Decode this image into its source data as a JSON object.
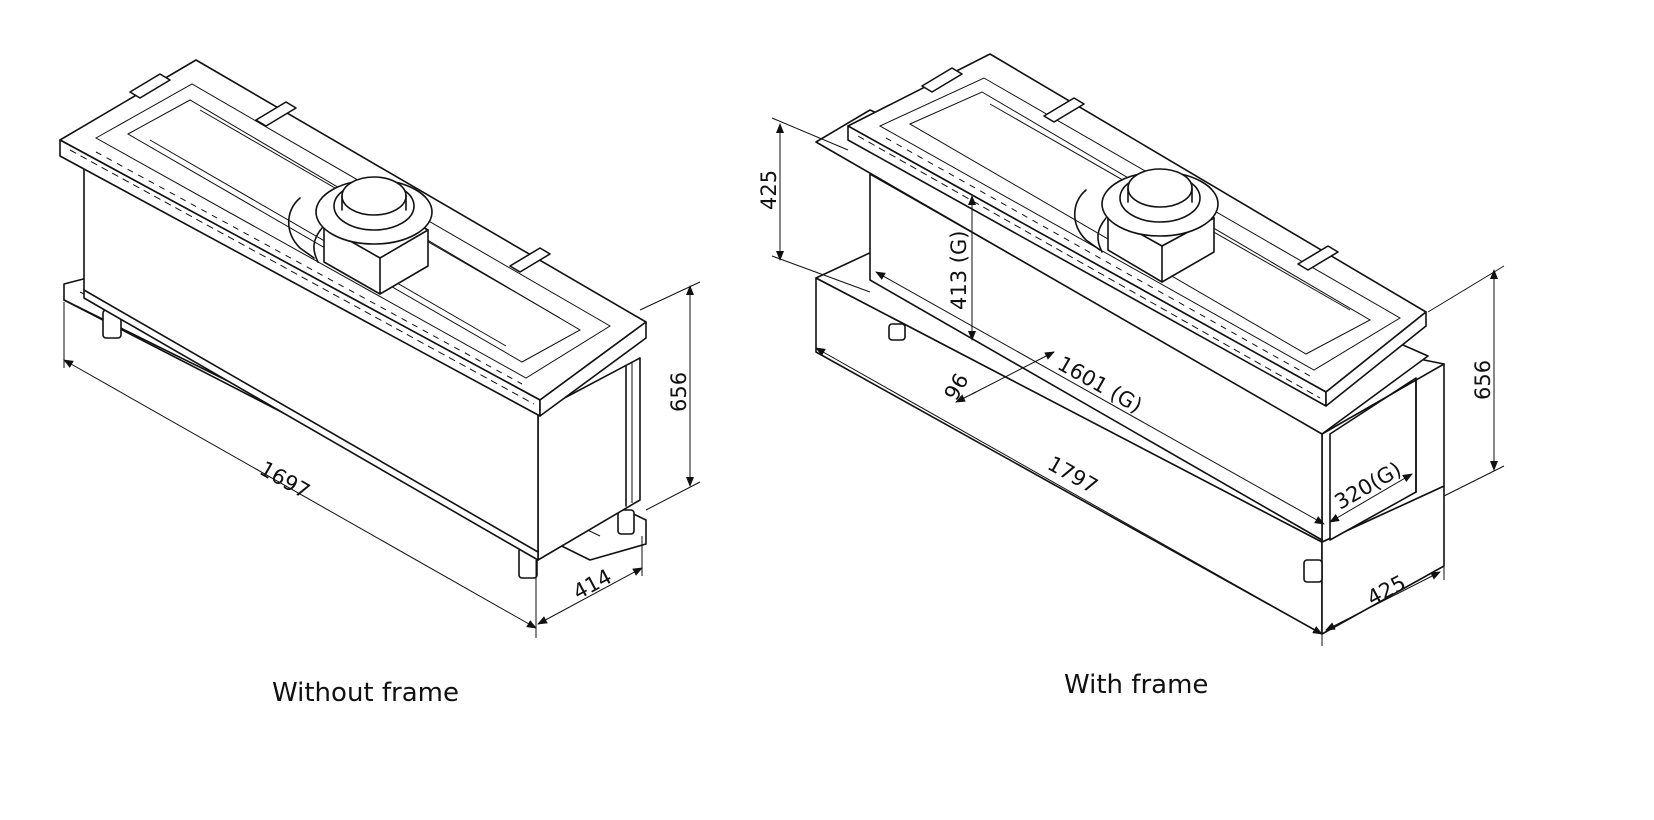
{
  "views": [
    {
      "caption": "Without frame",
      "dimensions": {
        "width": "1697",
        "depth": "414",
        "height": "656"
      }
    },
    {
      "caption": "With frame",
      "dimensions": {
        "width": "1797",
        "depth": "425",
        "height": "656",
        "top_height": "425",
        "glass_height": "413 (G)",
        "glass_width": "1601 (G)",
        "glass_depth": "320(G)",
        "offset": "96"
      }
    }
  ]
}
